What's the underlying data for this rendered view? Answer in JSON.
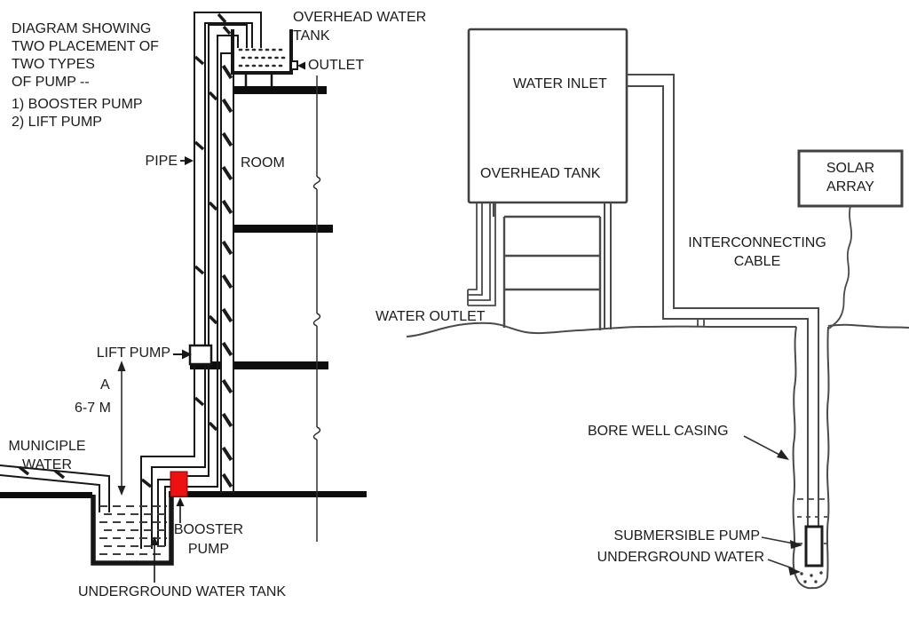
{
  "left_diagram": {
    "title_lines": [
      "DIAGRAM SHOWING",
      "TWO PLACEMENT OF",
      "TWO TYPES",
      "OF PUMP --"
    ],
    "list_items": [
      "1) BOOSTER PUMP",
      "2) LIFT PUMP"
    ],
    "labels": {
      "pipe": "PIPE",
      "room": "ROOM",
      "overhead_tank_line1": "OVERHEAD WATER",
      "overhead_tank_line2": "TANK",
      "outlet": "OUTLET",
      "lift_pump": "LIFT PUMP",
      "dim_letter": "A",
      "dim_height": "6-7 M",
      "municipal_line1": "MUNICIPLE",
      "municipal_line2": "WATER",
      "booster_line1": "BOOSTER",
      "booster_line2": "PUMP",
      "underground_tank": "UNDERGROUND WATER TANK"
    },
    "booster_pump_color": "#ee1111"
  },
  "right_diagram": {
    "labels": {
      "water_inlet": "WATER INLET",
      "overhead_tank": "OVERHEAD TANK",
      "water_outlet": "WATER OUTLET",
      "solar_line1": "SOLAR",
      "solar_line2": "ARRAY",
      "cable_line1": "INTERCONNECTING",
      "cable_line2": "CABLE",
      "bore_well_casing": "BORE WELL CASING",
      "submersible_pump": "SUBMERSIBLE PUMP",
      "underground_water": "UNDERGROUND WATER"
    }
  }
}
